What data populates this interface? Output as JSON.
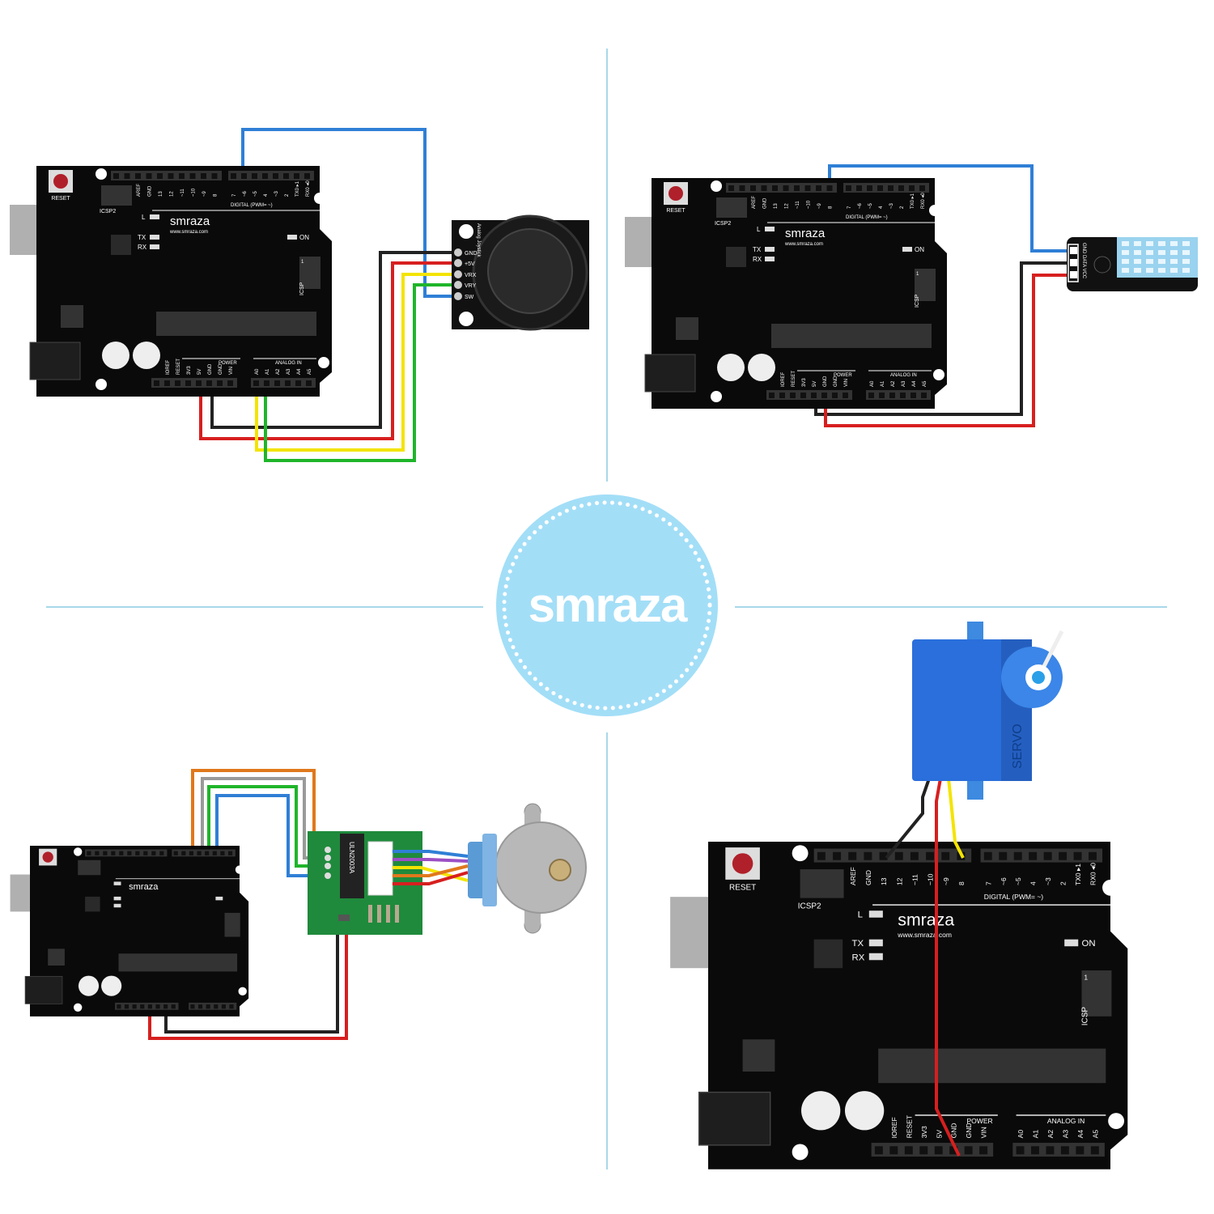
{
  "center_logo": {
    "text": "smraza",
    "color": "#a3def7"
  },
  "divider_color": "#a8d8ea",
  "board": {
    "reset": "RESET",
    "icsp2": "ICSP2",
    "icsp": "ICSP",
    "l": "L",
    "tx": "TX",
    "rx": "RX",
    "on": "ON",
    "one": "1",
    "logo": "smraza",
    "url": "www.smraza.com",
    "digital": "DIGITAL (PWM= ~)",
    "power": "POWER",
    "analog": "ANALOG IN",
    "top_left_pins": [
      "AREF",
      "GND",
      "13",
      "12",
      "~11",
      "~10",
      "~9",
      "8"
    ],
    "top_right_pins": [
      "7",
      "~6",
      "~5",
      "4",
      "~3",
      "2",
      "TX0 ▸1",
      "RX0 ◂0"
    ],
    "power_pins": [
      "IOREF",
      "RESET",
      "3V3",
      "5V",
      "GND",
      "GND",
      "VIN"
    ],
    "analog_pins": [
      "A0",
      "A1",
      "A2",
      "A3",
      "A4",
      "A5"
    ]
  },
  "joystick": {
    "title": "Analog Joystick",
    "pins": [
      "GND",
      "+5V",
      "VRX",
      "VRY",
      "SW"
    ]
  },
  "dht": {
    "pins": "GND DATA VCC"
  },
  "driver": {
    "chip": "ULN2003A"
  },
  "servo": {
    "label": "SERVO"
  },
  "wire_colors": {
    "blue": "#2f7fd6",
    "black": "#222222",
    "red": "#d71f1f",
    "yellow": "#f4e400",
    "green": "#1fb52a",
    "orange": "#e0781c",
    "gray": "#9a9a9a",
    "purple": "#9b4fc4"
  }
}
